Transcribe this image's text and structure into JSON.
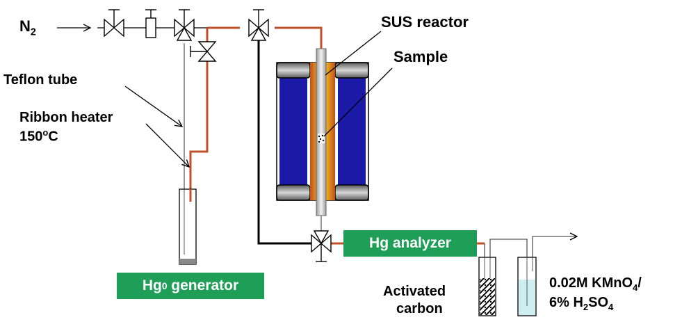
{
  "labels": {
    "n2": "N",
    "n2_sub": "2",
    "sus_reactor": "SUS reactor",
    "sample": "Sample",
    "teflon_tube": "Teflon tube",
    "ribbon_heater_line1": "Ribbon heater",
    "ribbon_heater_temp": "150",
    "ribbon_heater_deg": "o",
    "ribbon_heater_unit": "C",
    "hg_generator_pre": "Hg",
    "hg_generator_sup": "0",
    "hg_generator_post": " generator",
    "hg_analyzer": "Hg analyzer",
    "activated_carbon_line1": "Activated",
    "activated_carbon_line2": "carbon",
    "kmno4_line1": "0.02M KMnO",
    "kmno4_sub": "4",
    "kmno4_slash": "/",
    "h2so4_pre": "6% H",
    "h2so4_sub1": "2",
    "h2so4_mid": "SO",
    "h2so4_sub2": "4"
  },
  "colors": {
    "heated_line": "#c0502a",
    "plain_line": "#000000",
    "furnace_blue": "#1a1aa6",
    "furnace_cap": "#8a8a8a",
    "green_box": "#1f9e58",
    "impinger_liquid": "#cfeef2"
  },
  "icons": [
    "valve-icon",
    "three-way-valve-icon",
    "flow-arrow-icon",
    "filter-icon"
  ]
}
